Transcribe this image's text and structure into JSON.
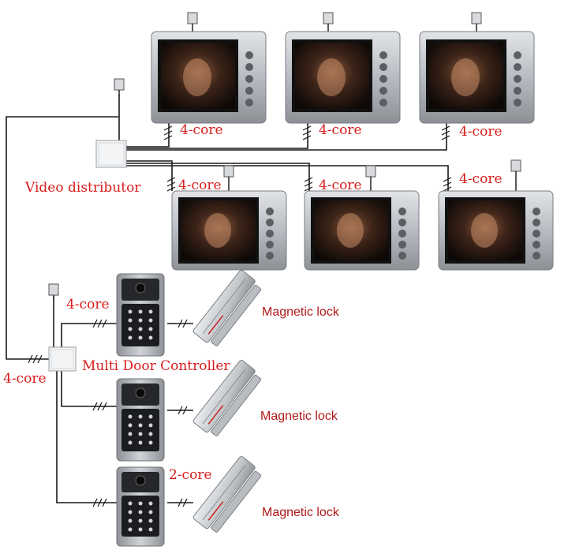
{
  "labels": {
    "video_distributor": "Video distributor",
    "multi_door_controller": "Multi Door Controller",
    "four_core": "4-core",
    "two_core": "2-core",
    "magnetic_lock": "Magnetic lock"
  },
  "colors": {
    "label_red": "#d81c1c",
    "lock_label": "#b01818",
    "wire": "#1a1a1a",
    "monitor_frame": "#b8bcc2",
    "panel_body": "#a7abb1",
    "lock_metal": "#c9ccd0"
  },
  "icons": {
    "monitor_screen": "woman-portrait-image",
    "plug": "power-plug-icon",
    "keypad": "keypad-icon",
    "camera": "camera-lens-icon"
  }
}
